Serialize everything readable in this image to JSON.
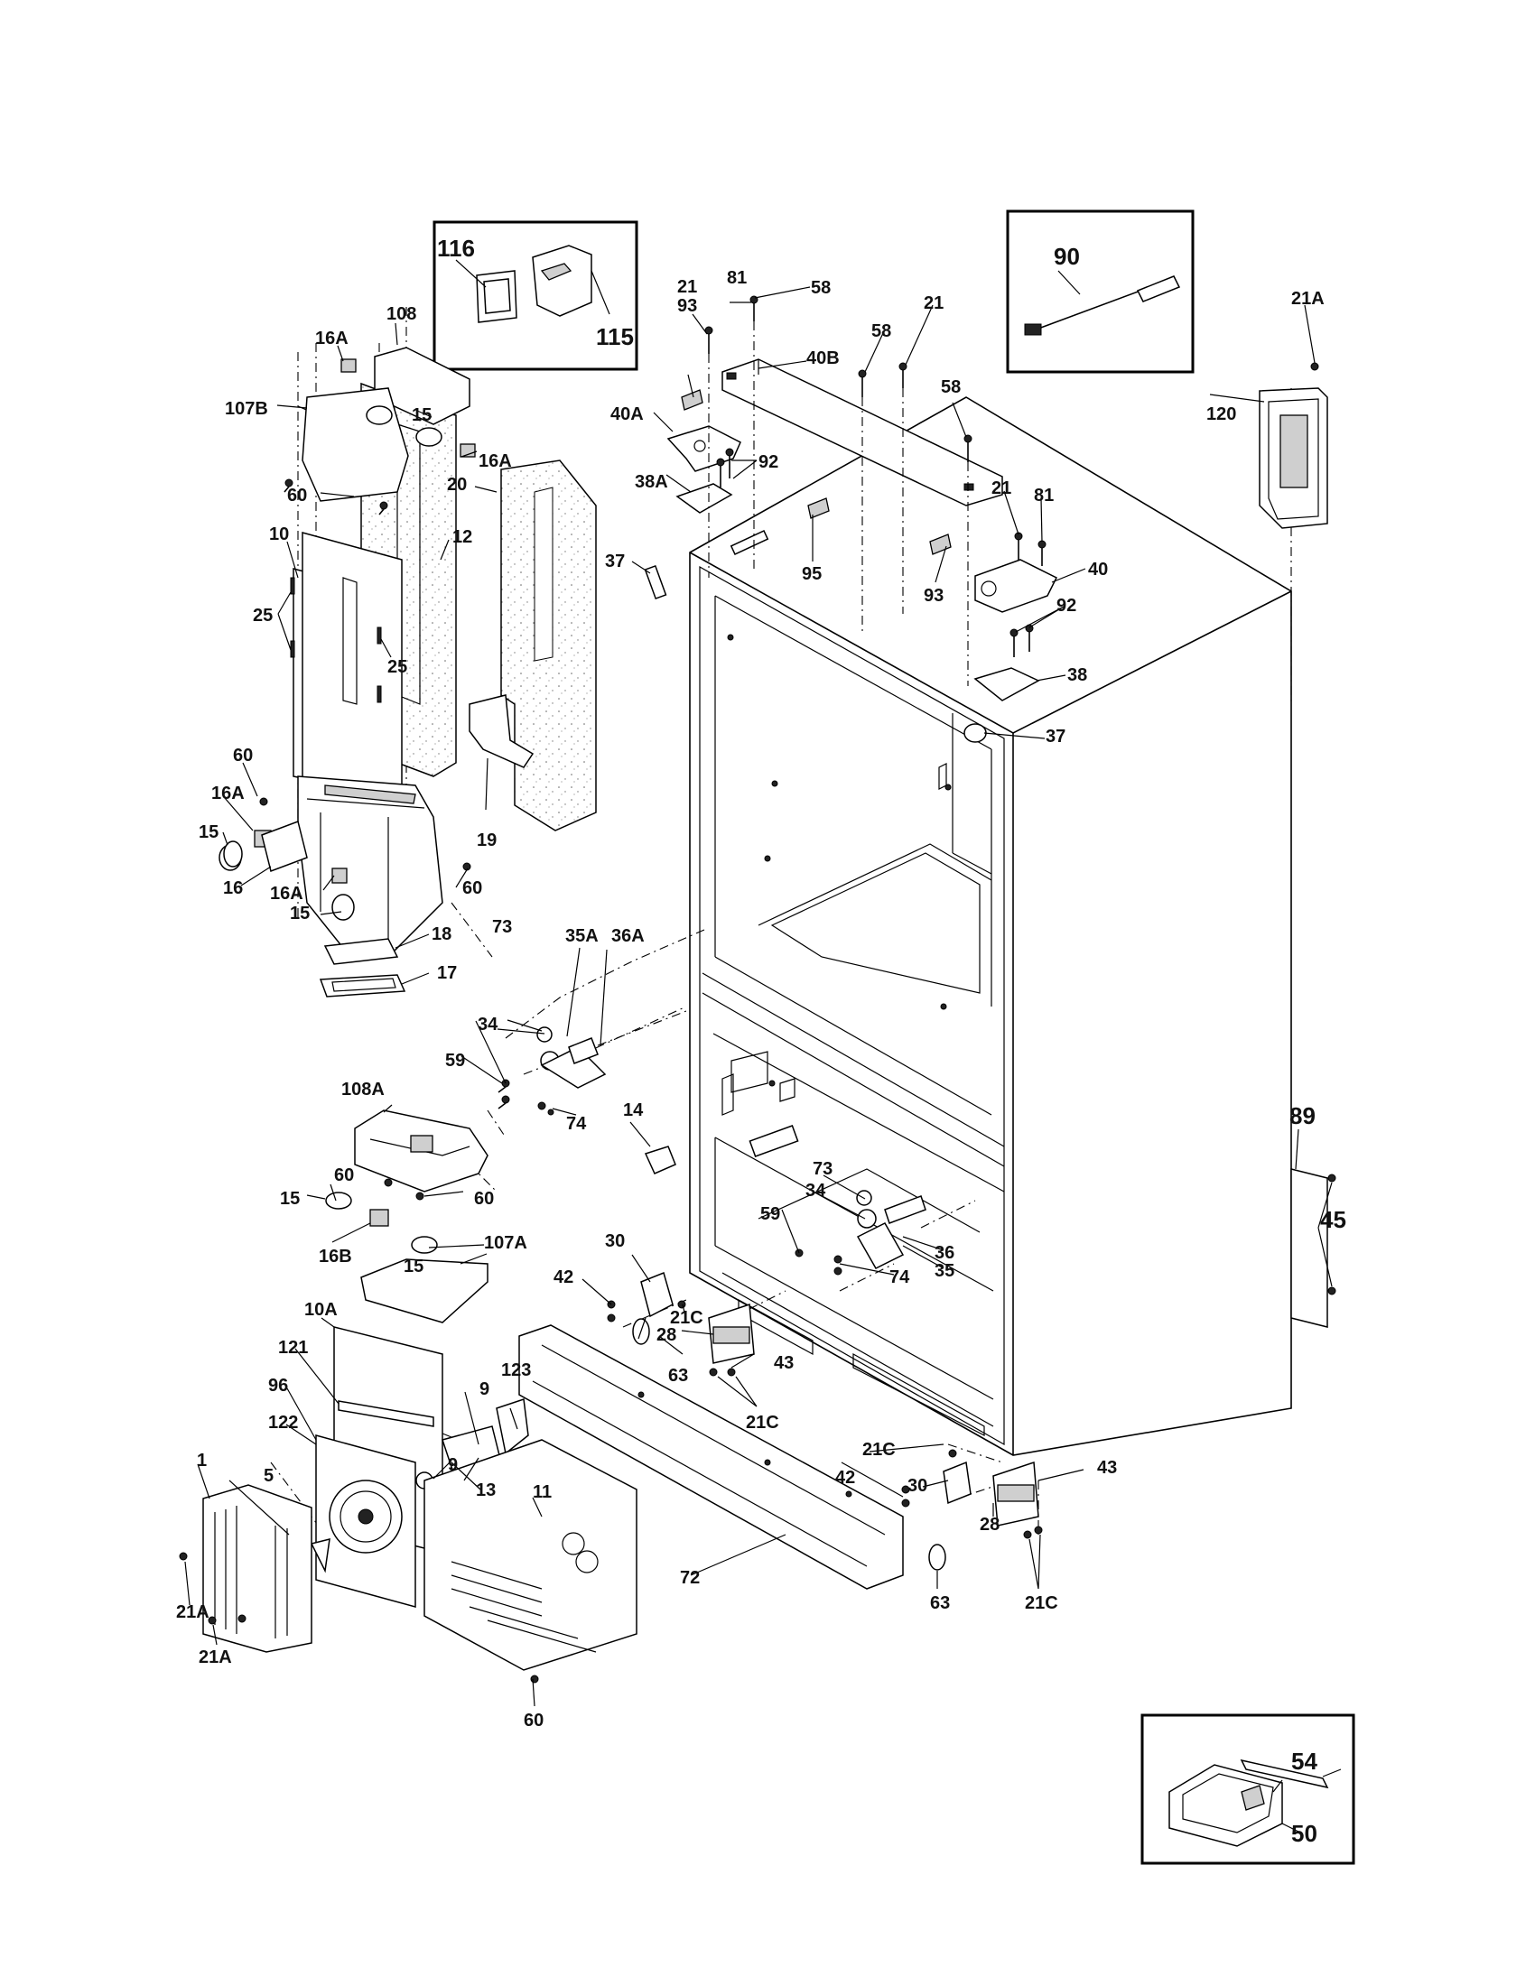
{
  "diagram": {
    "kind": "exploded-parts-view",
    "callouts": [
      "116",
      "115",
      "90",
      "21A",
      "120",
      "108",
      "16A",
      "107B",
      "15",
      "60",
      "20",
      "12",
      "10",
      "25",
      "19",
      "16",
      "18",
      "17",
      "73",
      "35A",
      "36A",
      "34",
      "59",
      "74",
      "108A",
      "107A",
      "16B",
      "14",
      "10A",
      "121",
      "96",
      "122",
      "1",
      "5",
      "9",
      "13",
      "11",
      "123",
      "21C",
      "72",
      "63",
      "28",
      "43",
      "42",
      "30",
      "36",
      "35",
      "89",
      "45",
      "54",
      "50",
      "93",
      "21",
      "81",
      "58",
      "40A",
      "40B",
      "38A",
      "92",
      "95",
      "37",
      "40",
      "38"
    ]
  }
}
